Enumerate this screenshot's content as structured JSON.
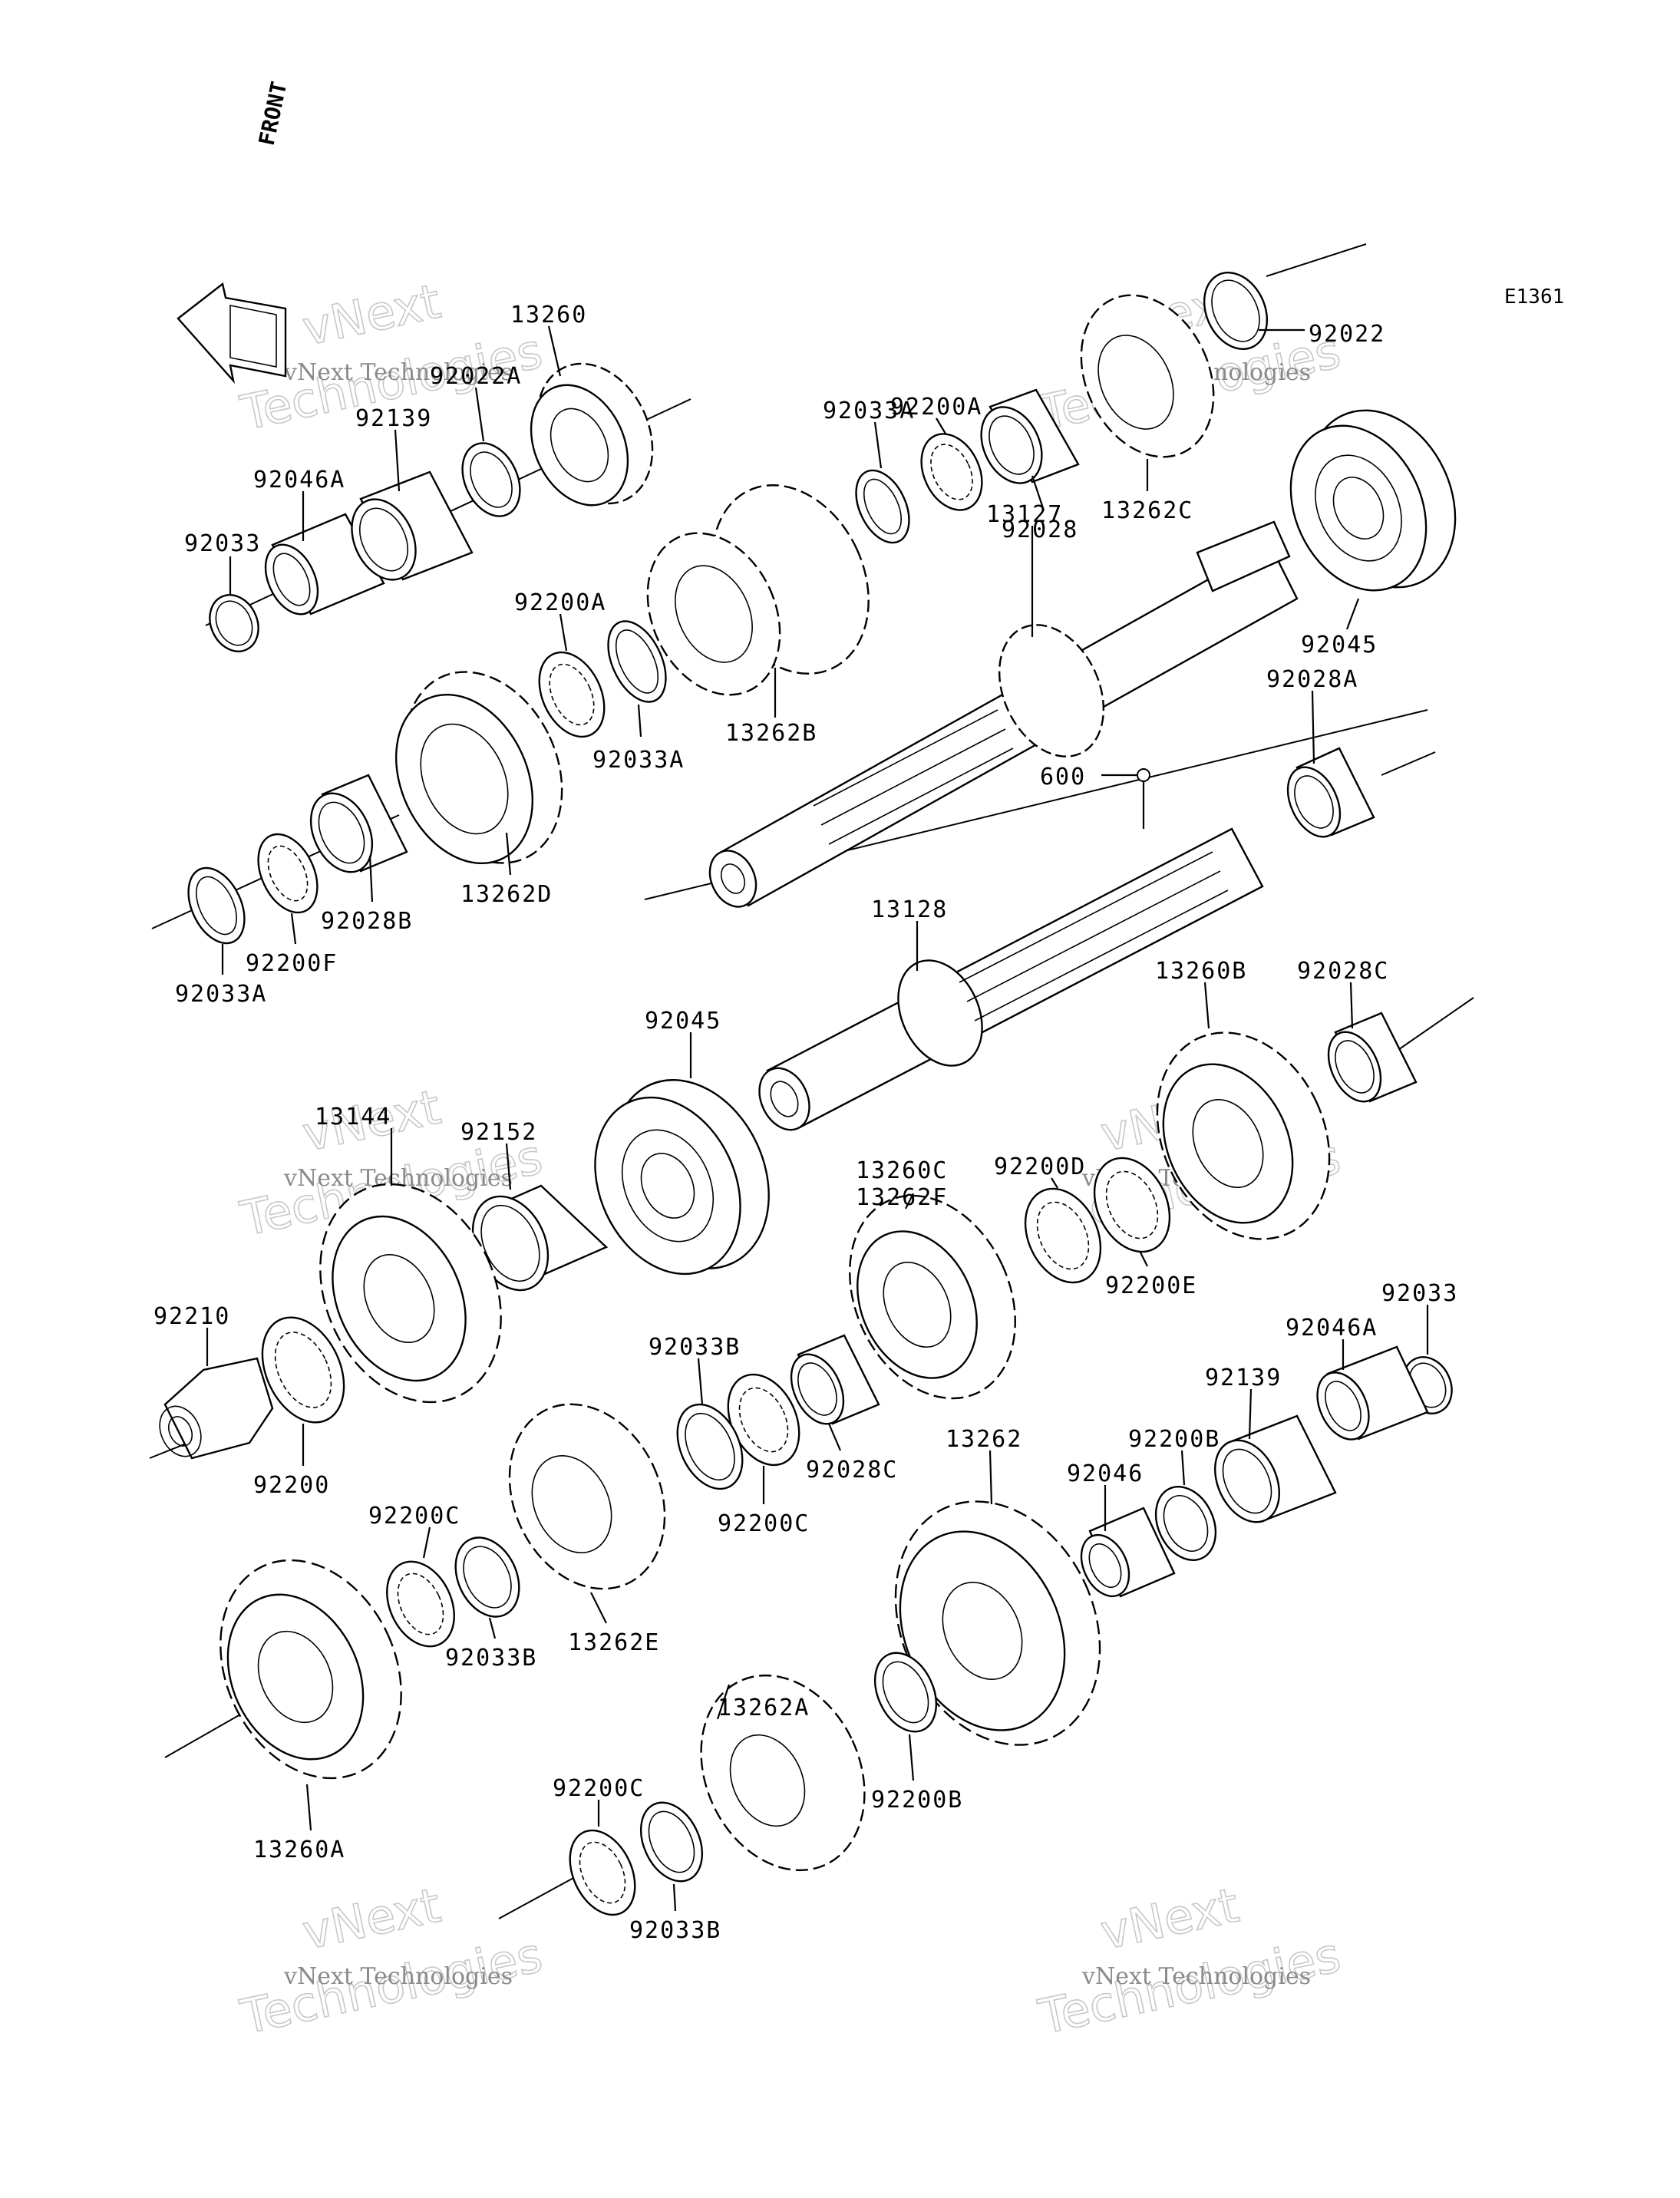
{
  "diagram_code": "E1361",
  "front_label": "FRONT",
  "watermark": {
    "small": "vNext Technologies",
    "big_top": "vNext",
    "big_bottom": "Technologies"
  },
  "labels": [
    "13260",
    "92022A",
    "92139",
    "92046A",
    "92033",
    "92200A",
    "92033A",
    "13262B",
    "13262D",
    "92028B",
    "92200F",
    "92033A",
    "92200A",
    "92033A",
    "92028",
    "13262C",
    "92022",
    "92045",
    "92028A",
    "13127",
    "600",
    "13128",
    "92045",
    "13144",
    "92152",
    "92210",
    "92200",
    "13260B",
    "92028C",
    "13260C",
    "13262F",
    "92200D",
    "92200E",
    "92033B",
    "92028C",
    "92200C",
    "92033",
    "92046A",
    "92139",
    "92200B",
    "92046",
    "13262",
    "92200C",
    "92033B",
    "13262E",
    "13260A",
    "13262A",
    "92200B",
    "92200C",
    "92033B"
  ]
}
